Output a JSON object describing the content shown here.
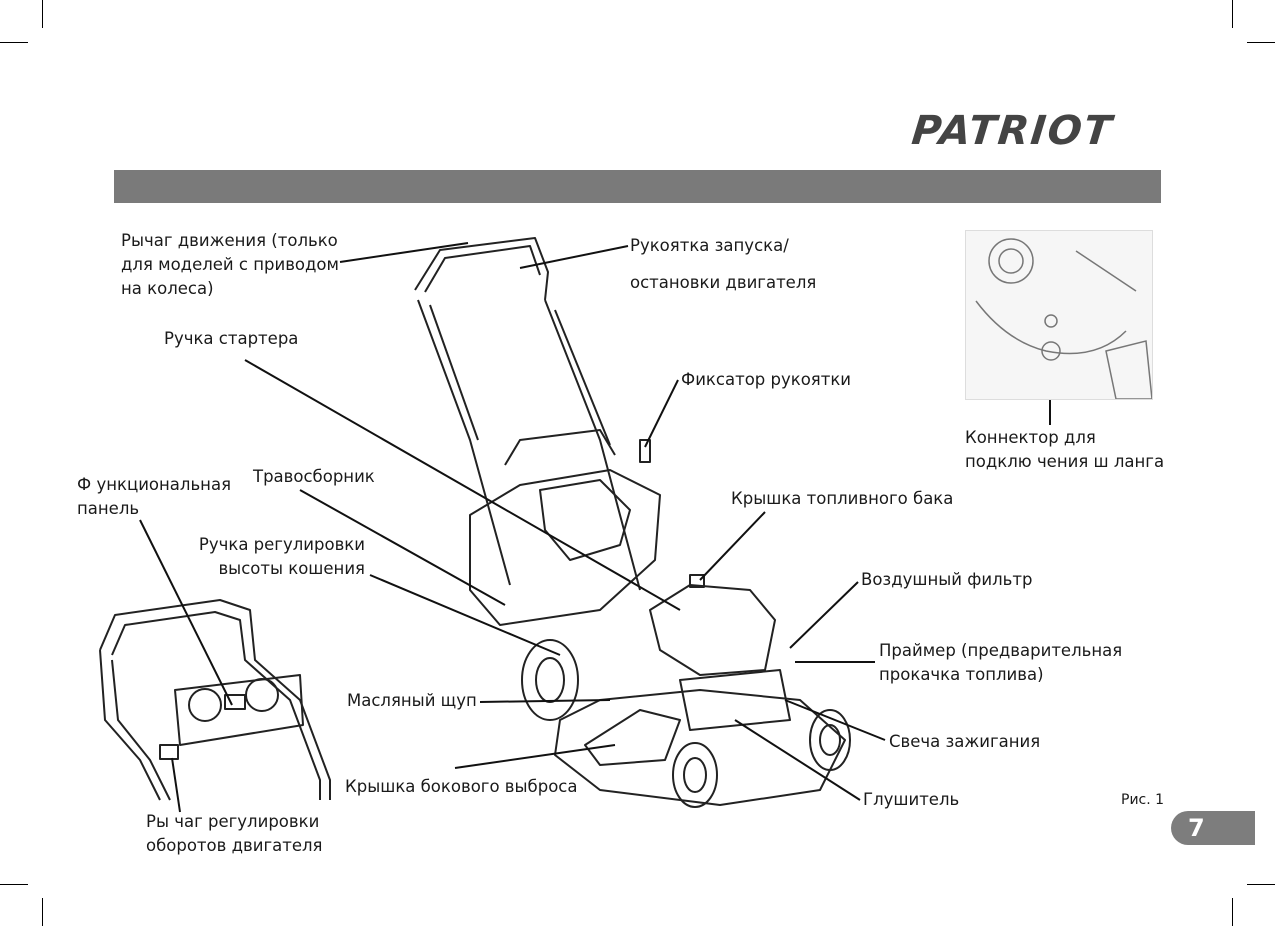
{
  "brand": "PATRIOT",
  "figure_label": "Рис. 1",
  "page_number": "7",
  "labels": {
    "drive_lever": [
      "Рычаг движения (только",
      "для моделей с приводом",
      "на колеса)"
    ],
    "start_stop_handle": [
      "Рукоятка  запуска/",
      "остановки двигателя"
    ],
    "starter_grip": [
      "Ручка стартера"
    ],
    "handle_lock": [
      "Фиксатор рукоятки"
    ],
    "connector": [
      "Коннектор для",
      "подклю чения ш ланга"
    ],
    "function_panel": [
      "Ф ункциональная",
      "панель"
    ],
    "grass_catcher": [
      "Травосборник"
    ],
    "fuel_cap": [
      "Крышка топливного бака"
    ],
    "height_adjust": [
      "Ручка регулировки",
      "высоты кошения"
    ],
    "air_filter": [
      "Воздушный фильтр"
    ],
    "primer": [
      "Праймер (предварительная",
      "прокачка топлива)"
    ],
    "dipstick": [
      "Масляный щуп"
    ],
    "spark_plug": [
      "Свеча зажигания"
    ],
    "side_discharge": [
      "Крышка бокового выброса"
    ],
    "muffler": [
      "Глушитель"
    ],
    "throttle_lever": [
      "Ры чаг регулировки",
      "оборотов  двигателя"
    ]
  },
  "colors": {
    "band": "#7a7a7a",
    "page_tab": "#7d7d7d",
    "ink": "#1a1a1a"
  }
}
